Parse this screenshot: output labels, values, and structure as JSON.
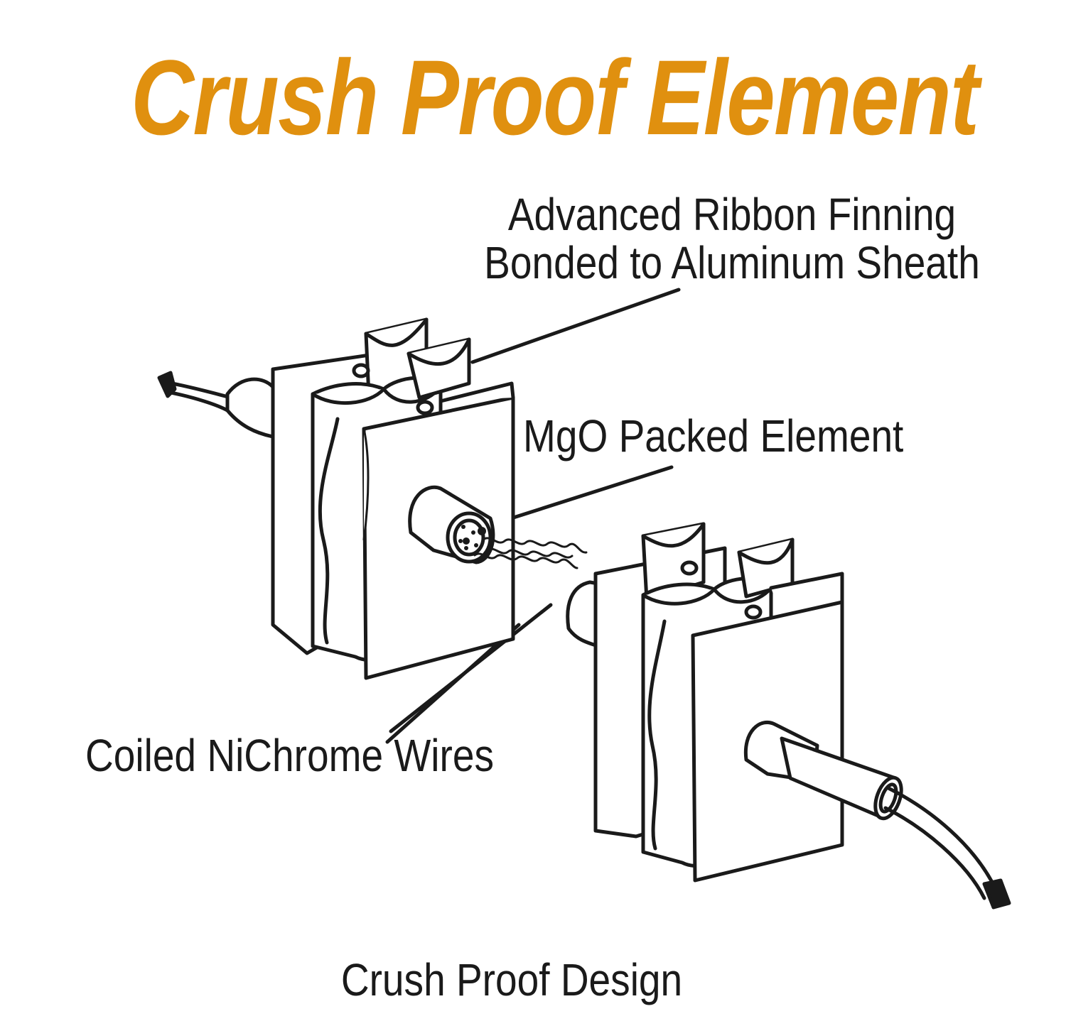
{
  "title": "Crush Proof Element",
  "accent_color": "#e0900f",
  "callouts": {
    "ribbon": {
      "line1": "Advanced Ribbon Finning",
      "line2": "Bonded to Aluminum Sheath"
    },
    "mgo": "MgO Packed Element",
    "nichrome": "Coiled NiChrome Wires"
  },
  "caption": "Crush Proof Design"
}
